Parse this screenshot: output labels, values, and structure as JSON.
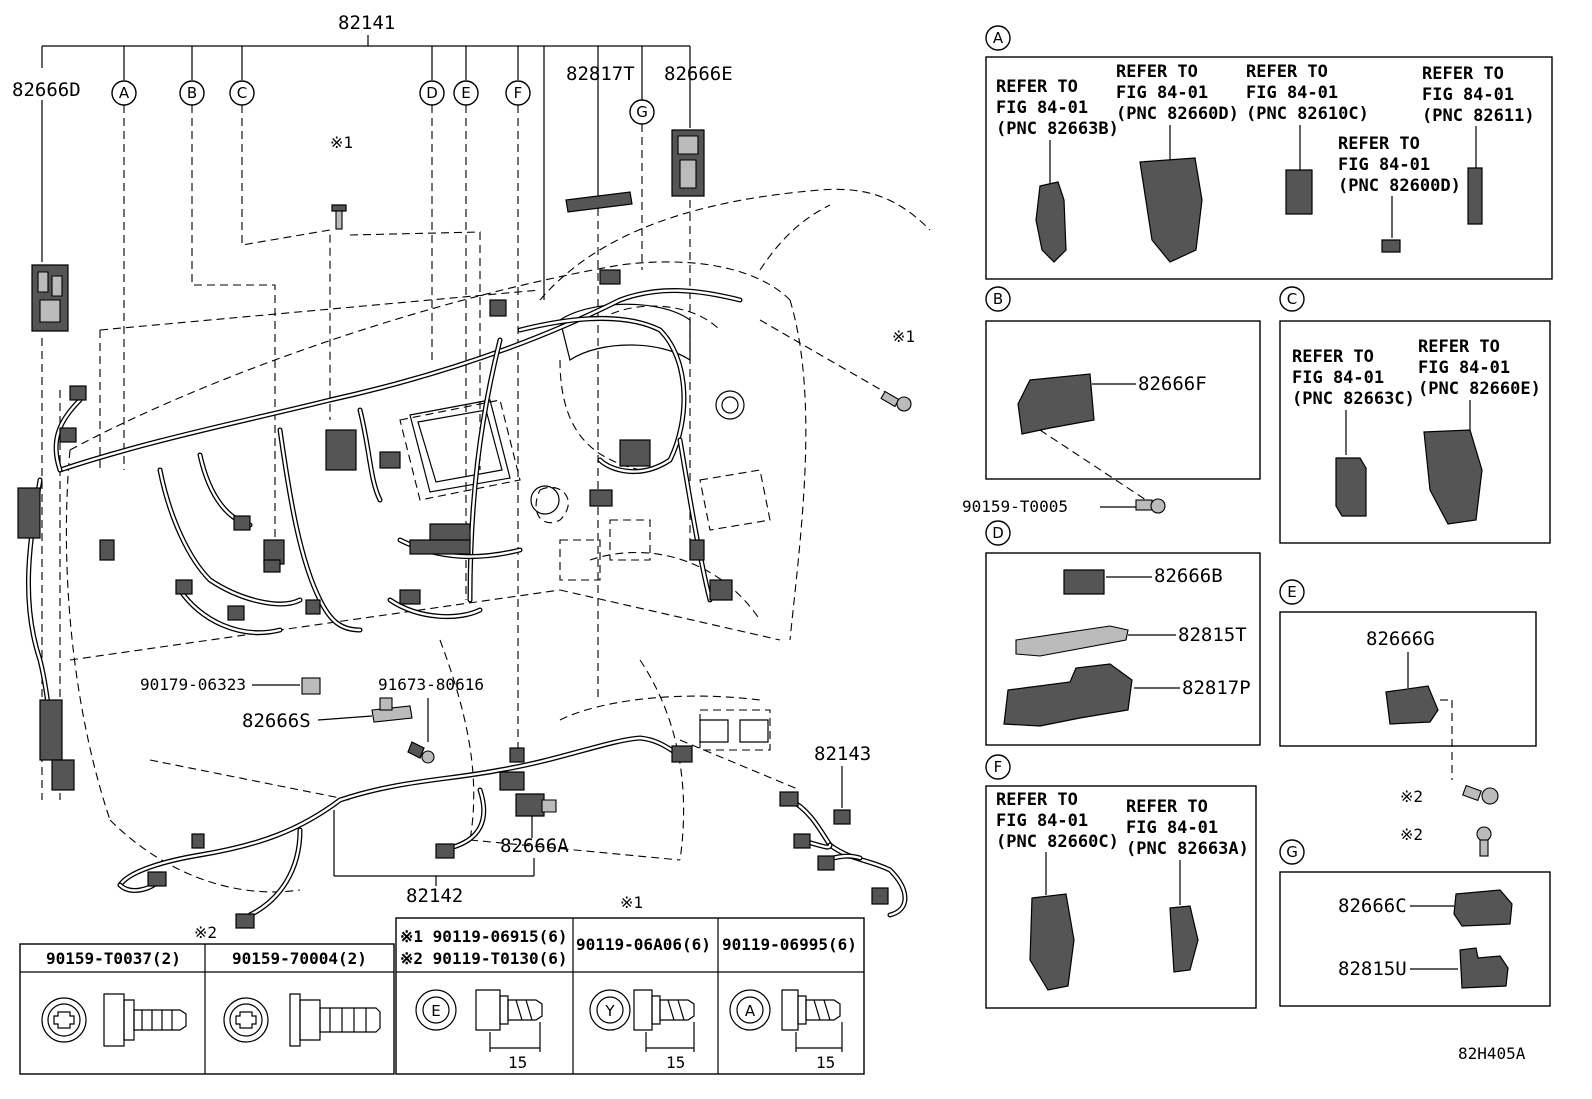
{
  "main_labels": {
    "harness_main": "82141",
    "harness_floor": "82142",
    "harness_rear": "82143",
    "left_block": "82666D",
    "relay_top": "82817T",
    "connector_top": "82666E",
    "clip_left": "90179-06323",
    "bracket": "91673-80616",
    "bracket_label": "82666S",
    "floor_connector": "82666A",
    "note_1": "※1",
    "note_2": "※2",
    "note_1b": "※1",
    "note_2b": "※2"
  },
  "callouts": [
    "A",
    "B",
    "C",
    "D",
    "E",
    "F",
    "G"
  ],
  "detail_A": {
    "tag": "A",
    "refs": [
      {
        "l1": "REFER TO",
        "l2": "FIG 84-01",
        "l3": "(PNC 82663B)"
      },
      {
        "l1": "REFER TO",
        "l2": "FIG 84-01",
        "l3": "(PNC 82660D)"
      },
      {
        "l1": "REFER TO",
        "l2": "FIG 84-01",
        "l3": "(PNC 82610C)"
      },
      {
        "l1": "REFER TO",
        "l2": "FIG 84-01",
        "l3": "(PNC 82611)"
      },
      {
        "l1": "REFER TO",
        "l2": "FIG 84-01",
        "l3": "(PNC 82600D)"
      }
    ]
  },
  "detail_B": {
    "tag": "B",
    "part": "82666F",
    "bolt": "90159-T0005"
  },
  "detail_C": {
    "tag": "C",
    "refs": [
      {
        "l1": "REFER TO",
        "l2": "FIG 84-01",
        "l3": "(PNC 82663C)"
      },
      {
        "l1": "REFER TO",
        "l2": "FIG 84-01",
        "l3": "(PNC 82660E)"
      }
    ]
  },
  "detail_D": {
    "tag": "D",
    "parts": [
      "82666B",
      "82815T",
      "82817P"
    ]
  },
  "detail_E": {
    "tag": "E",
    "part": "82666G",
    "note": "※2"
  },
  "detail_F": {
    "tag": "F",
    "refs": [
      {
        "l1": "REFER TO",
        "l2": "FIG 84-01",
        "l3": "(PNC 82660C)"
      },
      {
        "l1": "REFER TO",
        "l2": "FIG 84-01",
        "l3": "(PNC 82663A)"
      }
    ]
  },
  "detail_G": {
    "tag": "G",
    "parts": [
      "82666C",
      "82815U"
    ],
    "note": "※2"
  },
  "fastener_table": {
    "group_note": "※1",
    "headers": [
      "90159-T0037(2)",
      "90159-70004(2)",
      "※1 90119-06915(6)",
      "※2 90119-T0130(6)",
      "90119-06A06(6)",
      "90119-06995(6)"
    ],
    "head_marks": [
      "E",
      "Y",
      "A"
    ],
    "dimension": "15"
  },
  "figure_code": "82H405A"
}
